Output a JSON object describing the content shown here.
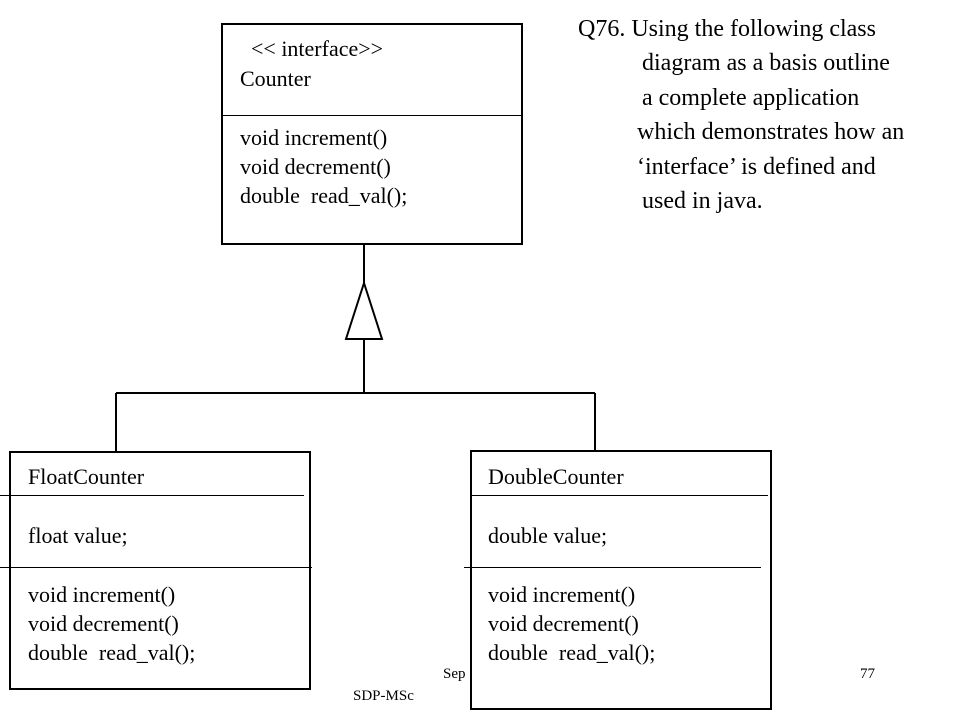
{
  "question": {
    "lines": [
      "Q76. Using the following class",
      "diagram as a basis outline",
      "a complete application",
      "which demonstrates how an",
      "‘interface’ is defined and",
      "used in java."
    ]
  },
  "counter": {
    "stereotype": "<< interface>>",
    "name": "Counter",
    "methods": [
      "void increment()",
      "void decrement()",
      "double  read_val();"
    ]
  },
  "float_counter": {
    "name": "FloatCounter",
    "attribute": "float value;",
    "methods": [
      "void increment()",
      "void decrement()",
      "double  read_val();"
    ]
  },
  "double_counter": {
    "name": "DoubleCounter",
    "attribute": "double value;",
    "methods": [
      "void increment()",
      "void decrement()",
      "double  read_val();"
    ]
  },
  "footer": {
    "date_partial": "Sep",
    "course": "SDP-MSc",
    "page_number": "77"
  }
}
